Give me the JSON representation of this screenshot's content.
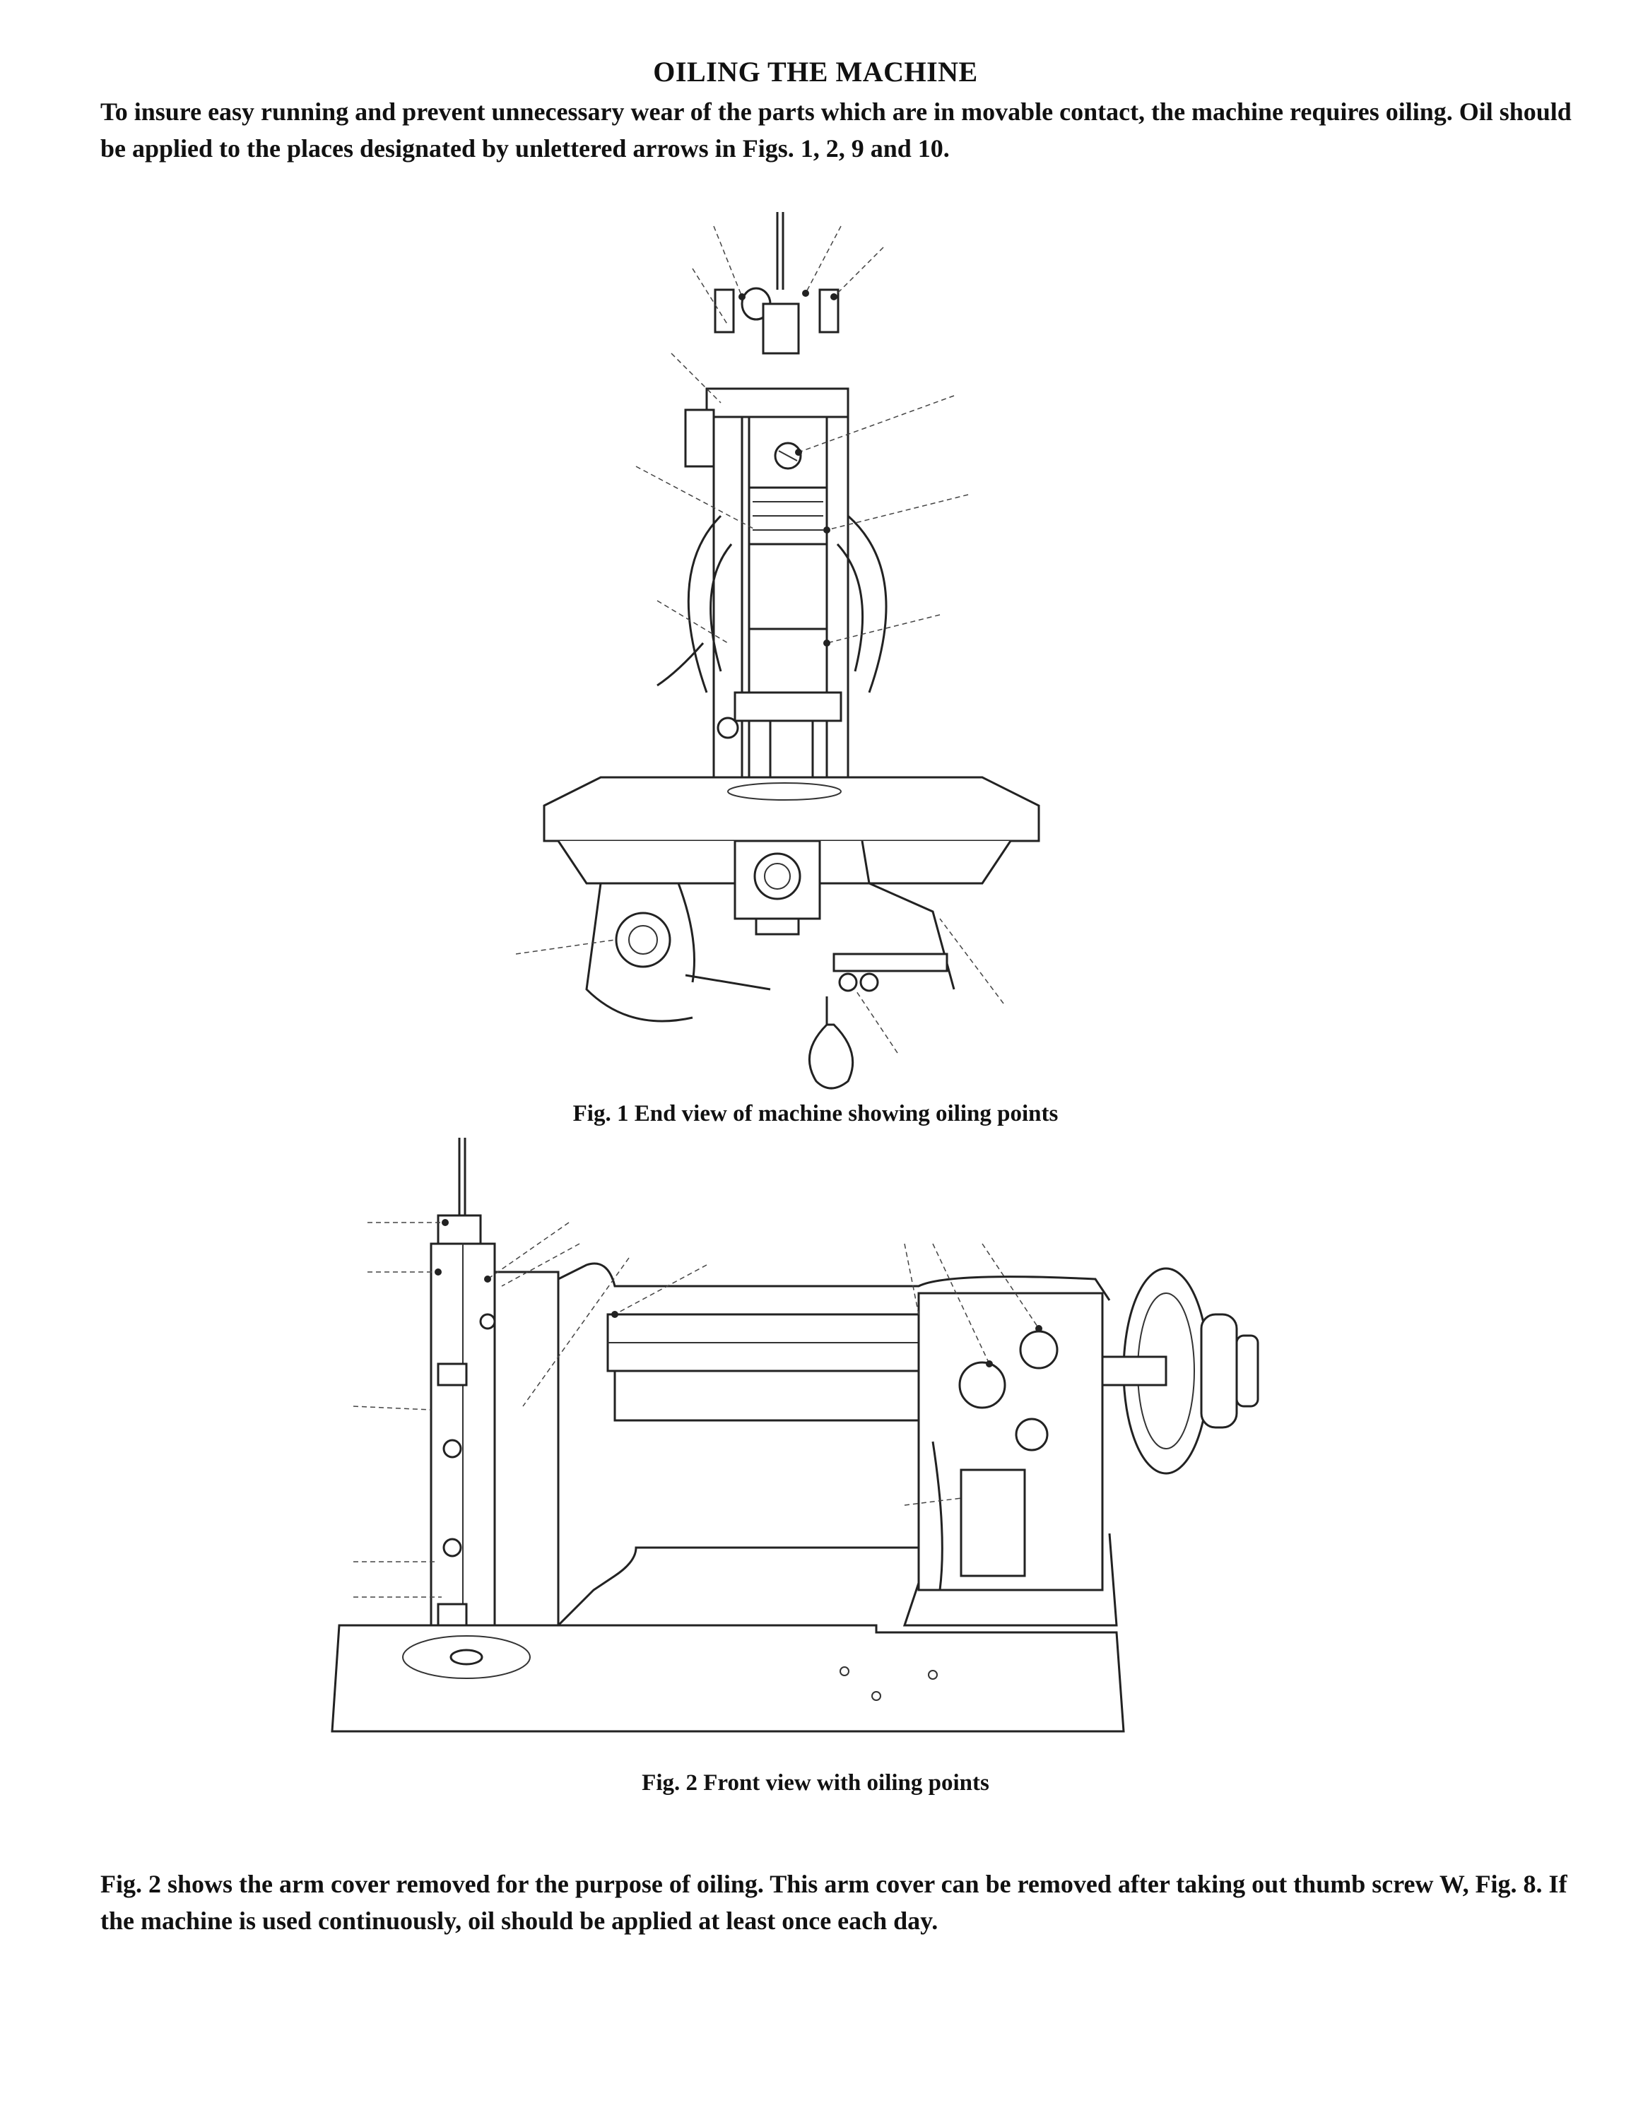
{
  "heading": "OILING THE MACHINE",
  "intro": "To insure easy running and prevent unnecessary wear of the parts which are in movable contact, the machine requires oiling.  Oil should be applied to the places designated by unlettered arrows in Figs. 1, 2, 9 and 10.",
  "figures": [
    {
      "caption": "Fig. 1 End view of machine showing oiling points",
      "icon": "sewing-machine-end-view"
    },
    {
      "caption": "Fig. 2 Front view with oiling points",
      "icon": "sewing-machine-front-view"
    }
  ],
  "closing": "Fig. 2 shows the arm cover removed for the purpose of oiling. This arm cover can be removed after taking out thumb screw W, Fig. 8.  If the machine is used continuously, oil should be applied at least once each day."
}
